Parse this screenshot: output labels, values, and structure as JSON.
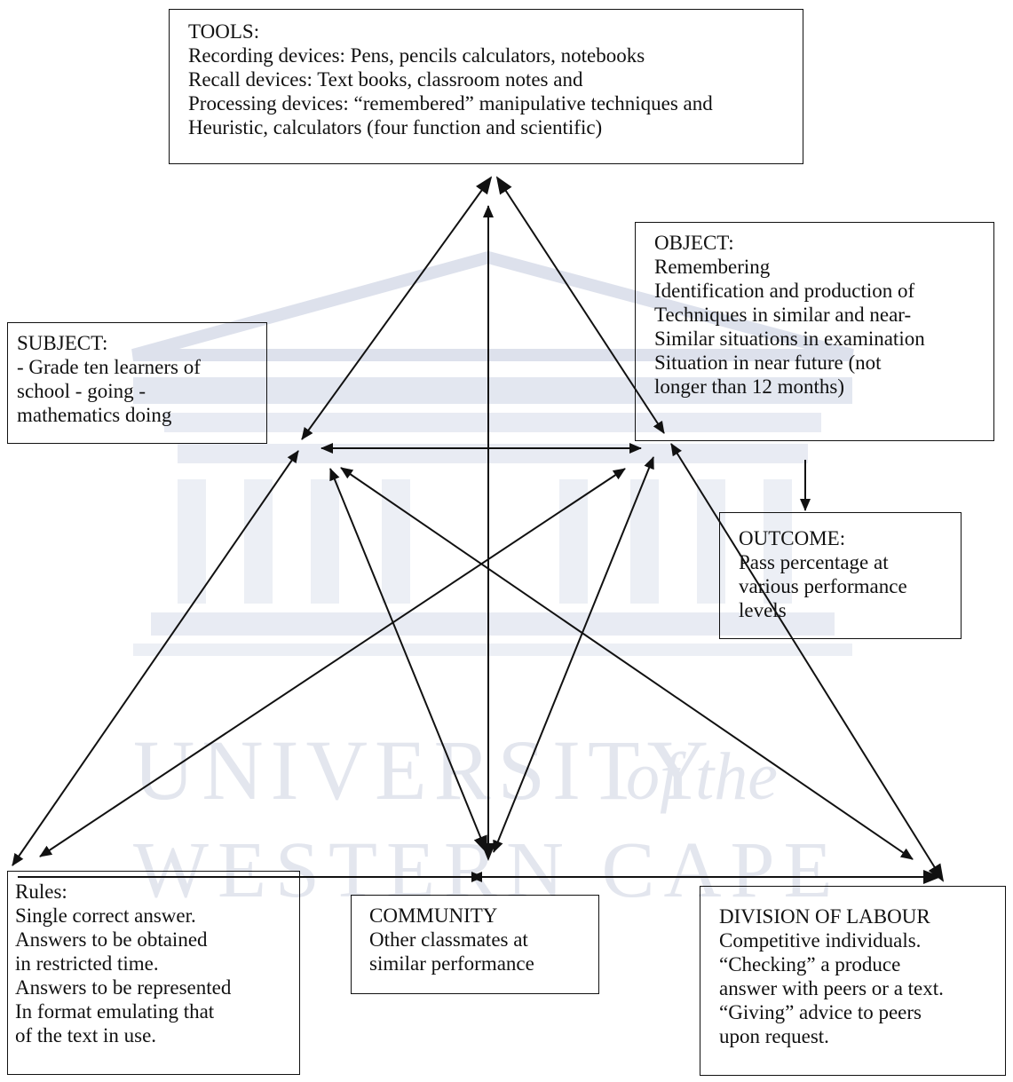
{
  "watermark": {
    "line1": "UNIVERSITY",
    "line1_suffix": "of the",
    "line2": "WESTERN CAPE",
    "color": "#d4d9e6"
  },
  "tools": {
    "lines": [
      "TOOLS:",
      "Recording devices: Pens, pencils calculators, notebooks",
      "Recall devices: Text books, classroom notes and",
      "Processing devices: “remembered” manipulative techniques and",
      "Heuristic, calculators (four function and scientific)"
    ]
  },
  "object": {
    "lines": [
      "OBJECT:",
      "Remembering",
      "Identification and production of",
      "Techniques in similar and near-",
      "Similar situations in examination",
      "Situation in near future (not",
      "longer than 12 months)"
    ]
  },
  "subject": {
    "lines": [
      "SUBJECT:",
      "- Grade ten learners of",
      "school - going -",
      "mathematics doing"
    ]
  },
  "outcome": {
    "lines": [
      "OUTCOME:",
      "Pass percentage at",
      "various performance",
      "levels"
    ]
  },
  "rules": {
    "lines": [
      "Rules:",
      "Single correct answer.",
      "Answers to be obtained",
      "in restricted time.",
      "Answers to be represented",
      "In format emulating that",
      "of the text in use."
    ]
  },
  "community": {
    "lines": [
      "COMMUNITY",
      "Other classmates at",
      "similar performance"
    ]
  },
  "division": {
    "lines": [
      "DIVISION OF LABOUR",
      "Competitive individuals.",
      "“Checking” a produce",
      "answer with peers or a text.",
      "“Giving” advice to peers",
      "upon request."
    ]
  }
}
